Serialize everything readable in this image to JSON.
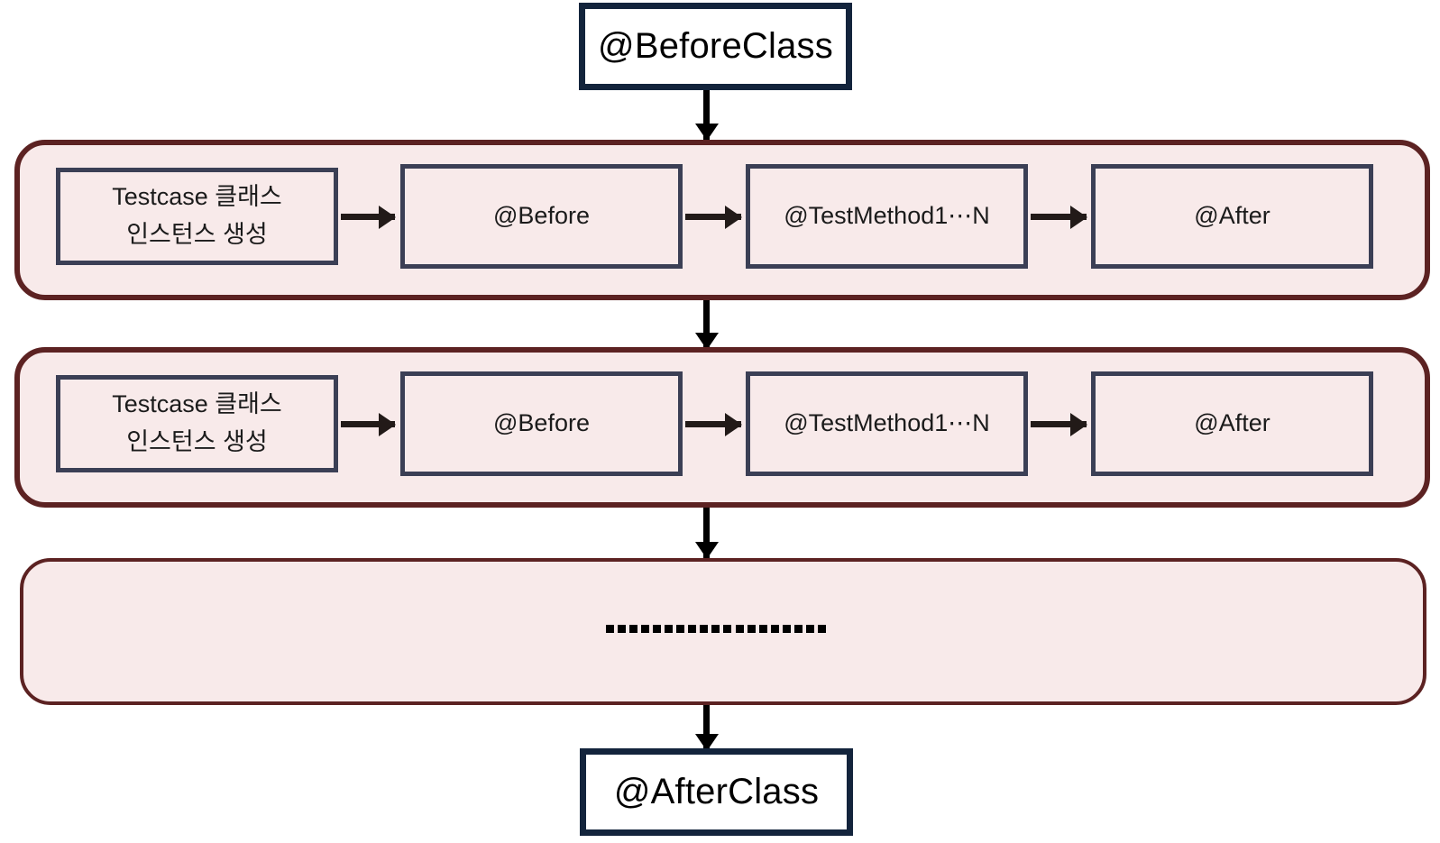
{
  "diagram": {
    "title": "JUnit test lifecycle flow",
    "colors": {
      "group_border": "#5c2222",
      "group_fill": "#f8eaea",
      "step_border": "#3b3f55",
      "terminal_border": "#13243c",
      "terminal_fill": "#ffffff",
      "arrow": "#000000"
    },
    "before_class": {
      "label": "@BeforeClass"
    },
    "after_class": {
      "label": "@AfterClass"
    },
    "iterations": [
      {
        "name": "first-iteration",
        "steps": [
          {
            "name": "testcase-instance",
            "line1": "Testcase 클래스",
            "line2": "인스턴스 생성"
          },
          {
            "name": "before",
            "line1": "@Before",
            "line2": ""
          },
          {
            "name": "test-methods",
            "line1": "@TestMethod1⋯N",
            "line2": ""
          },
          {
            "name": "after",
            "line1": "@After",
            "line2": ""
          }
        ]
      },
      {
        "name": "second-iteration",
        "steps": [
          {
            "name": "testcase-instance",
            "line1": "Testcase 클래스",
            "line2": "인스턴스 생성"
          },
          {
            "name": "before",
            "line1": "@Before",
            "line2": ""
          },
          {
            "name": "test-methods",
            "line1": "@TestMethod1⋯N",
            "line2": ""
          },
          {
            "name": "after",
            "line1": "@After",
            "line2": ""
          }
        ]
      }
    ],
    "ellipsis_group": {
      "name": "more-iterations",
      "dot_count": 19
    }
  }
}
